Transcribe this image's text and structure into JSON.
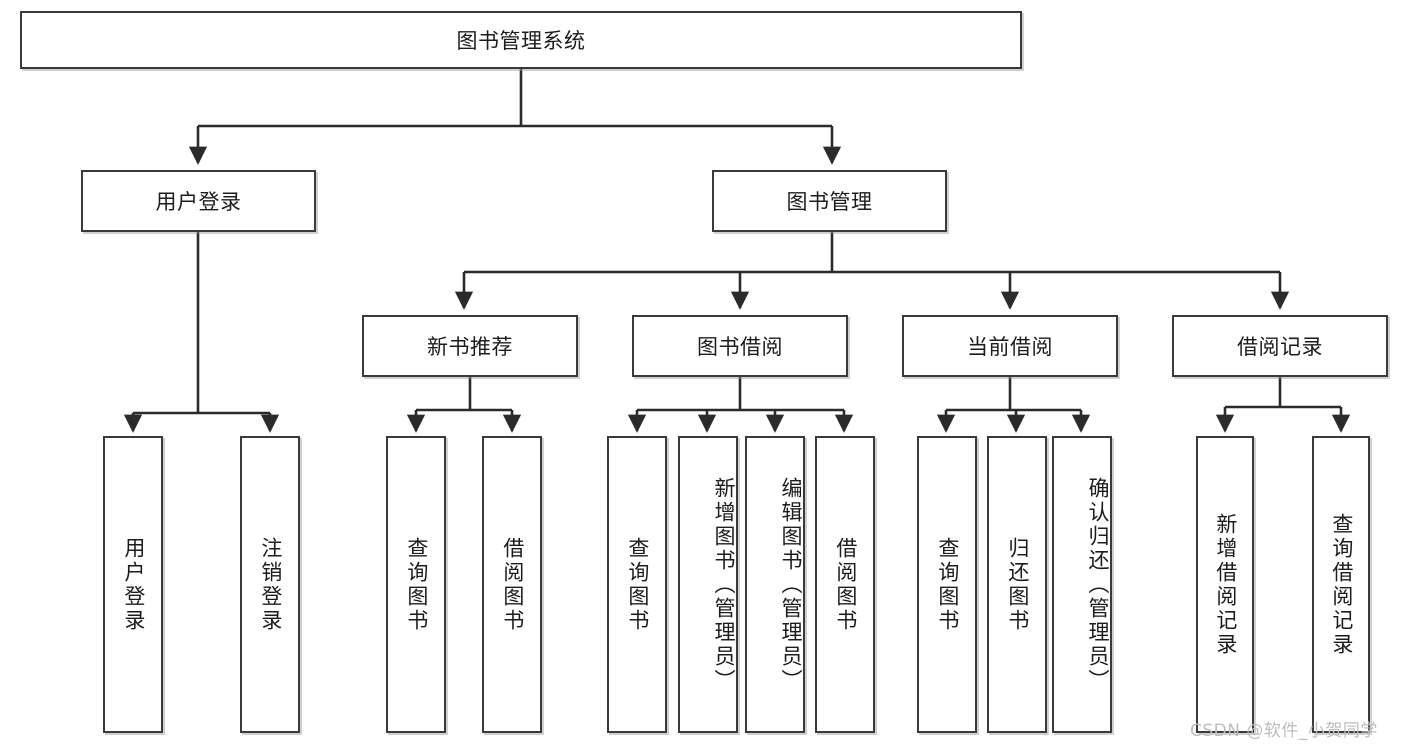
{
  "diagram": {
    "title": "图书管理系统",
    "type": "tree-hierarchy",
    "colors": {
      "box_border": "#3a3a3a",
      "box_fill": "#ffffff",
      "edge": "#2b2b2b",
      "text": "#1c1c1c",
      "watermark": "#bdbdbd"
    },
    "nodes": {
      "root": {
        "label": "图书管理系统"
      },
      "level2": [
        {
          "id": "user-login",
          "label": "用户登录"
        },
        {
          "id": "book-management",
          "label": "图书管理"
        }
      ],
      "level3": [
        {
          "id": "new-book-recommend",
          "label": "新书推荐"
        },
        {
          "id": "book-borrow",
          "label": "图书借阅"
        },
        {
          "id": "current-borrow",
          "label": "当前借阅"
        },
        {
          "id": "borrow-record",
          "label": "借阅记录"
        }
      ],
      "leaves": {
        "user_login": [
          {
            "id": "leaf-user-login",
            "label": "用户登录"
          },
          {
            "id": "leaf-logout",
            "label": "注销登录"
          }
        ],
        "new_book_recommend": [
          {
            "id": "leaf-query-book-1",
            "label": "查询图书"
          },
          {
            "id": "leaf-borrow-book-1",
            "label": "借阅图书"
          }
        ],
        "book_borrow": [
          {
            "id": "leaf-query-book-2",
            "label": "查询图书"
          },
          {
            "id": "leaf-add-book",
            "label": "新增图书（管理员）"
          },
          {
            "id": "leaf-edit-book",
            "label": "编辑图书（管理员）"
          },
          {
            "id": "leaf-borrow-book-2",
            "label": "借阅图书"
          }
        ],
        "current_borrow": [
          {
            "id": "leaf-query-book-3",
            "label": "查询图书"
          },
          {
            "id": "leaf-return-book",
            "label": "归还图书"
          },
          {
            "id": "leaf-confirm-return",
            "label": "确认归还（管理员）"
          }
        ],
        "borrow_record": [
          {
            "id": "leaf-add-record",
            "label": "新增借阅记录"
          },
          {
            "id": "leaf-query-record",
            "label": "查询借阅记录"
          }
        ]
      }
    },
    "watermark": "CSDN @软件_小贺同学"
  }
}
